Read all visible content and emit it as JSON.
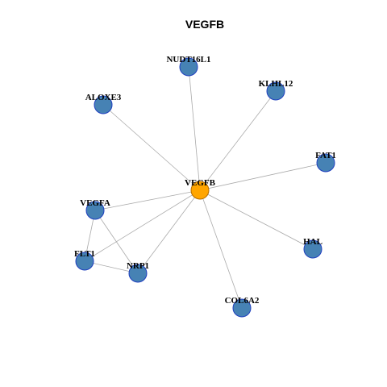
{
  "title": "VEGFB",
  "colors": {
    "hub_fill": "#ffa500",
    "hub_stroke": "#b36b00",
    "node_fill": "#4682b4",
    "node_stroke": "#1f3fbf",
    "edge": "#aaaaaa"
  },
  "nodes": [
    {
      "id": "VEGFB",
      "label": "VEGFB",
      "hub": true
    },
    {
      "id": "NUDT16L1",
      "label": "NUDT16L1"
    },
    {
      "id": "KLHL12",
      "label": "KLHL12"
    },
    {
      "id": "ALOXE3",
      "label": "ALOXE3"
    },
    {
      "id": "FAT1",
      "label": "FAT1"
    },
    {
      "id": "VEGFA",
      "label": "VEGFA"
    },
    {
      "id": "FLT1",
      "label": "FLT1"
    },
    {
      "id": "NRP1",
      "label": "NRP1"
    },
    {
      "id": "HAL",
      "label": "HAL"
    },
    {
      "id": "COL6A2",
      "label": "COL6A2"
    }
  ],
  "edges": [
    [
      "VEGFB",
      "NUDT16L1"
    ],
    [
      "VEGFB",
      "KLHL12"
    ],
    [
      "VEGFB",
      "ALOXE3"
    ],
    [
      "VEGFB",
      "FAT1"
    ],
    [
      "VEGFB",
      "VEGFA"
    ],
    [
      "VEGFB",
      "FLT1"
    ],
    [
      "VEGFB",
      "NRP1"
    ],
    [
      "VEGFB",
      "HAL"
    ],
    [
      "VEGFB",
      "COL6A2"
    ],
    [
      "VEGFA",
      "FLT1"
    ],
    [
      "VEGFA",
      "NRP1"
    ],
    [
      "FLT1",
      "NRP1"
    ]
  ]
}
